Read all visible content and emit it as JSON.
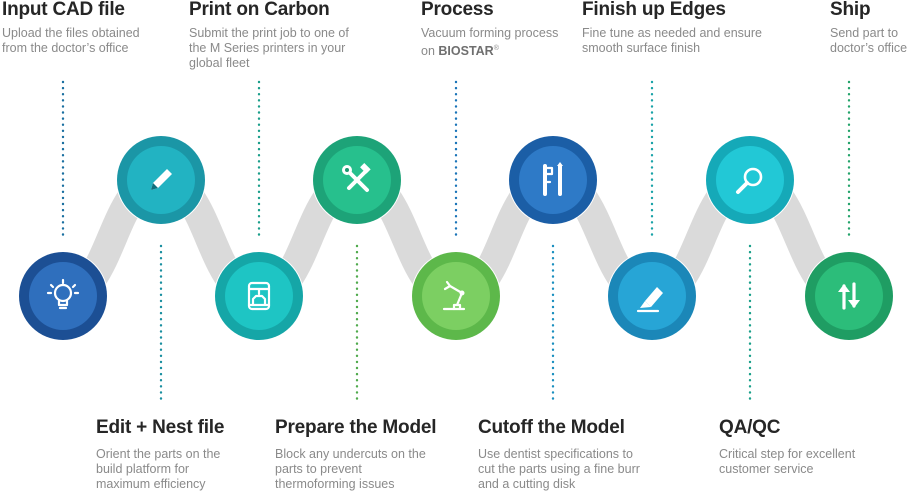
{
  "top_steps": [
    {
      "title": "Input CAD file",
      "desc": "Upload the files obtained from the doctor’s office"
    },
    {
      "title": "Print on Carbon",
      "desc": "Submit the print job to one of the M Series printers in your global fleet"
    },
    {
      "title": "Process",
      "desc_pre": "Vacuum forming process on ",
      "desc_strong": "BIOSTAR",
      "desc_sup": "®"
    },
    {
      "title": "Finish up Edges",
      "desc": "Fine tune as needed and ensure smooth surface finish"
    },
    {
      "title": "Ship",
      "desc": "Send part to doctor’s office"
    }
  ],
  "bottom_steps": [
    {
      "title": "Edit + Nest file",
      "desc": "Orient the parts on the build platform for maximum efficiency"
    },
    {
      "title": "Prepare the Model",
      "desc": "Block any undercuts on the parts to prevent thermoforming issues"
    },
    {
      "title": "Cutoff the Model",
      "desc": "Use dentist specifications to cut the parts using a fine burr and a cutting disk"
    },
    {
      "title": "QA/QC",
      "desc": "Critical step for excellent customer service"
    }
  ],
  "nodes": [
    {
      "icon": "lightbulb-icon",
      "ring": "#1c4f94",
      "inner": "#2f6fbd"
    },
    {
      "icon": "pencil-icon",
      "ring": "#1b96a6",
      "inner": "#22b3c2"
    },
    {
      "icon": "printer-icon",
      "ring": "#15a6a7",
      "inner": "#1ec5c4"
    },
    {
      "icon": "tools-icon",
      "ring": "#1da378",
      "inner": "#27c08d"
    },
    {
      "icon": "robot-arm-icon",
      "ring": "#5db84a",
      "inner": "#7ccf62"
    },
    {
      "icon": "caliper-icon",
      "ring": "#1b5ea6",
      "inner": "#2e7ac7"
    },
    {
      "icon": "highlighter-icon",
      "ring": "#1b87b8",
      "inner": "#27a5d6"
    },
    {
      "icon": "magnifier-icon",
      "ring": "#15a9b8",
      "inner": "#22c8d6"
    },
    {
      "icon": "swap-arrows-icon",
      "ring": "#1f9d63",
      "inner": "#2cbd7a"
    }
  ],
  "connector_color": "#dadada",
  "dot_colors": [
    "#1a6fa0",
    "#1a8fa0",
    "#1a9e8a",
    "#4faa4c",
    "#1a74b8",
    "#1a8fbf",
    "#1aa3a8",
    "#1aa08a",
    "#23a36a"
  ]
}
